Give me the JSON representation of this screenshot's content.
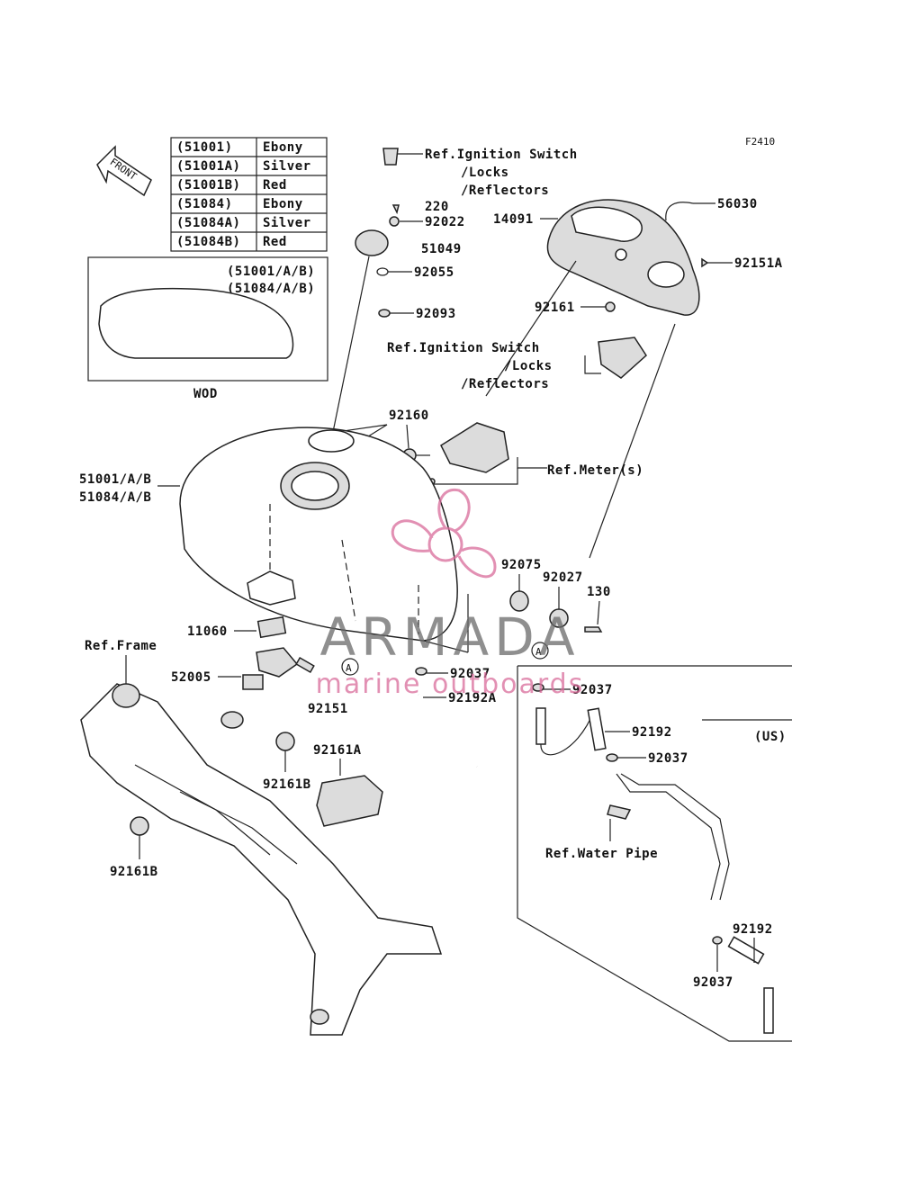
{
  "figure_code": "F2410",
  "front_label": "FRONT",
  "color_table": [
    {
      "code": "(51001)",
      "color": "Ebony"
    },
    {
      "code": "(51001A)",
      "color": "Silver"
    },
    {
      "code": "(51001B)",
      "color": "Red"
    },
    {
      "code": "(51084)",
      "color": "Ebony"
    },
    {
      "code": "(51084A)",
      "color": "Silver"
    },
    {
      "code": "(51084B)",
      "color": "Red"
    }
  ],
  "inset": {
    "line1": "(51001/A/B)",
    "line2": "(51084/A/B)",
    "caption": "WOD"
  },
  "labels": {
    "ref_ign_top_1": "Ref.Ignition Switch",
    "ref_ign_top_2": "/Locks",
    "ref_ign_top_3": "/Reflectors",
    "p220": "220",
    "p92022": "92022",
    "p51049": "51049",
    "p92055": "92055",
    "p92093": "92093",
    "p14091": "14091",
    "p56030": "56030",
    "p92151A": "92151A",
    "p92161": "92161",
    "ref_ign_mid_1": "Ref.Ignition Switch",
    "ref_ign_mid_2": "/Locks",
    "ref_ign_mid_3": "/Reflectors",
    "p92160": "92160",
    "ref_meter": "Ref.Meter(s)",
    "tank_1": "51001/A/B",
    "tank_2": "51084/A/B",
    "p92075": "92075",
    "p92027": "92027",
    "p130": "130",
    "p11060": "11060",
    "ref_frame": "Ref.Frame",
    "p52005": "52005",
    "p92151": "92151",
    "p92037_a": "92037",
    "p92192A": "92192A",
    "p92037_b": "92037",
    "p92192_a": "92192",
    "p92037_c": "92037",
    "us": "(US)",
    "ref_water": "Ref.Water Pipe",
    "p92161A": "92161A",
    "p92161B_a": "92161B",
    "p92161B_b": "92161B",
    "p92192_b": "92192",
    "p92037_d": "92037",
    "marker_a1": "A",
    "marker_a2": "A"
  },
  "watermark": {
    "brand": "ARMADA",
    "tagline": "marine outboards",
    "color": "#d96b9a"
  }
}
